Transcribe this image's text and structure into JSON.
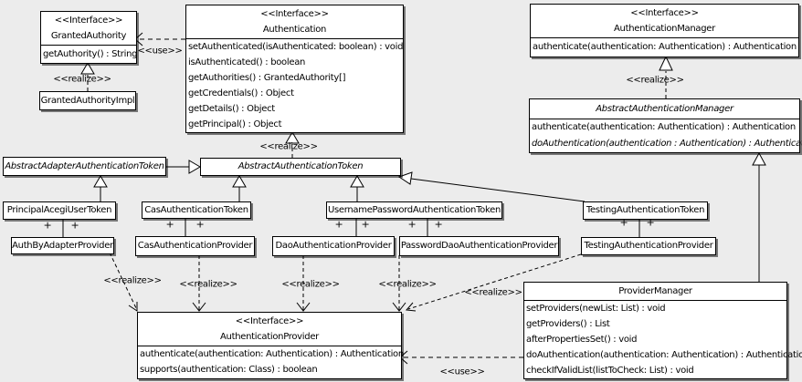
{
  "diagram": {
    "type": "uml-class-diagram",
    "background_color": "#ececec",
    "box_fill_color": "#ffffff",
    "box_border_color": "#000000",
    "line_color": "#000000"
  },
  "labels": {
    "interface_stereotype": "<<Interface>>",
    "realize": "<<realize>>",
    "use": "<<use>>",
    "plus": "+"
  },
  "classes": {
    "granted_authority": {
      "stereotype": "<<Interface>>",
      "name": "GrantedAuthority",
      "methods": [
        "getAuthority() : String"
      ]
    },
    "granted_authority_impl": {
      "name": "GrantedAuthorityImpl"
    },
    "authentication": {
      "stereotype": "<<Interface>>",
      "name": "Authentication",
      "methods": [
        "setAuthenticated(isAuthenticated: boolean) : void",
        "isAuthenticated() : boolean",
        "getAuthorities() : GrantedAuthority[]",
        "getCredentials() : Object",
        "getDetails() : Object",
        "getPrincipal() : Object"
      ]
    },
    "authentication_manager": {
      "stereotype": "<<Interface>>",
      "name": "AuthenticationManager",
      "methods": [
        "authenticate(authentication: Authentication) : Authentication"
      ]
    },
    "abstract_authentication_manager": {
      "name": "AbstractAuthenticationManager",
      "methods": [
        "authenticate(authentication: Authentication) : Authentication",
        "doAuthentication(authentication : Authentication) : Authentication"
      ]
    },
    "abstract_adapter_authentication_token": {
      "name": "AbstractAdapterAuthenticationToken"
    },
    "abstract_authentication_token": {
      "name": "AbstractAuthenticationToken"
    },
    "principal_acegi_user_token": {
      "name": "PrincipalAcegiUserToken"
    },
    "cas_authentication_token": {
      "name": "CasAuthenticationToken"
    },
    "username_password_authentication_token": {
      "name": "UsernamePasswordAuthenticationToken"
    },
    "testing_authentication_token": {
      "name": "TestingAuthenticationToken"
    },
    "auth_by_adapter_provider": {
      "name": "AuthByAdapterProvider"
    },
    "cas_authentication_provider": {
      "name": "CasAuthenticationProvider"
    },
    "dao_authentication_provider": {
      "name": "DaoAuthenticationProvider"
    },
    "password_dao_authentication_provider": {
      "name": "PasswordDaoAuthenticationProvider"
    },
    "testing_authentication_provider": {
      "name": "TestingAuthenticationProvider"
    },
    "authentication_provider": {
      "stereotype": "<<Interface>>",
      "name": "AuthenticationProvider",
      "methods": [
        "authenticate(authentication: Authentication) : Authentication",
        "supports(authentication: Class) : boolean"
      ]
    },
    "provider_manager": {
      "name": "ProviderManager",
      "methods": [
        "setProviders(newList: List) : void",
        "getProviders() : List",
        "afterPropertiesSet() : void",
        "doAuthentication(authentication: Authentication) : Authentication",
        "checkIfValidList(listToCheck: List) : void"
      ]
    }
  }
}
